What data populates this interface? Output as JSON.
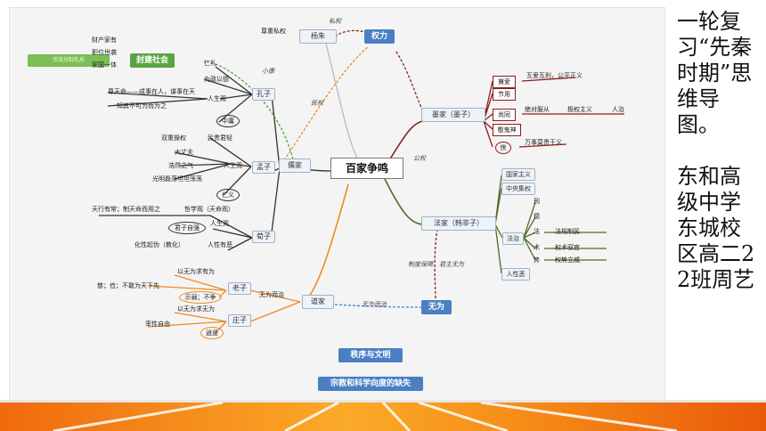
{
  "diagram": {
    "center": "百家争鸣",
    "power": "权力",
    "wuwei": "无为",
    "feudal": "封建社会",
    "school_box": "宗法分封礼乐",
    "feudal_items": [
      "财产家有",
      "职位世袭",
      "家国一体"
    ],
    "yangzhu": {
      "label": "杨朱",
      "left_note": "尊重私权",
      "edge": "私权"
    },
    "edges": {
      "xiaokang": "小康",
      "minquan": "民权",
      "gongquan": "公权",
      "fa_wuwei": "制度保障，君主无为",
      "dao_wuwei": "无为而治"
    },
    "confucian": {
      "label": "儒家",
      "kongzi": {
        "label": "孔子",
        "ren": "仁礼",
        "weizheng": "为政以德",
        "rsg": "人生观",
        "rsg1": "尊天命——成事在人，谋事在天",
        "rsg2": "知其不可为而为之",
        "zhongyong": "中庸"
      },
      "mengzi": {
        "label": "孟子",
        "shuangzhong": "双重操权",
        "minjun": "民贵君轻",
        "rsg": "人生观",
        "r1": "大丈夫",
        "r2": "浩然之气",
        "r3": "光明磊落坦坦荡荡",
        "renyi": "仁义"
      },
      "xunzi": {
        "label": "荀子",
        "tian": "天行有常；制天命而用之",
        "zhexue": "哲学观（天命观）",
        "rsg": "人生观",
        "ziqiang": "君子自强",
        "huaxing": "化性起伪（教化）",
        "renxing": "人性有恶"
      }
    },
    "mojia": {
      "label": "墨家（墨子）",
      "jianai": "兼爱",
      "jianai_note": "互爱互利，公平正义",
      "jieyong": "节用",
      "shangtong": "尚同",
      "st1": "绝对服从",
      "st2": "极权主义",
      "st3": "人治",
      "jingui": "敬鬼神",
      "xia": "侠",
      "xia_note": "万事莫贵于义"
    },
    "fajia": {
      "label": "法家（韩非子）",
      "guojia": "国家主义",
      "zhongyang": "中央集权",
      "fazhi": "法治",
      "xing": "刑",
      "de": "德",
      "fa": "法",
      "fa_note": "法规制民",
      "shu": "术",
      "shu_note": "权术驭官",
      "shi": "势",
      "shi_note": "权势立威",
      "renxingE": "人性恶"
    },
    "daojia": {
      "label": "道家",
      "laozi": "老子",
      "l1": "以无为求有为",
      "l2": "慈；俭；不敢为天下先",
      "l3": "示弱；不争",
      "wuwei_zhi": "无为而治",
      "zhuangzi": "庄子",
      "z1": "以无为求无为",
      "z2": "率性自由",
      "z3": "逍遥"
    },
    "bottom1": "秩序与文明",
    "bottom2": "宗教和科学向度的缺失"
  },
  "side_text": "一轮复习“先秦时期”思维导图。\n\n东和高级中学东城校区高二22班周艺",
  "colors": {
    "blue": "#4a7fc4",
    "green": "#5aa342",
    "orange": "#f08a1c",
    "darkred": "#8d1c1c",
    "olive": "#4f6b2a"
  }
}
